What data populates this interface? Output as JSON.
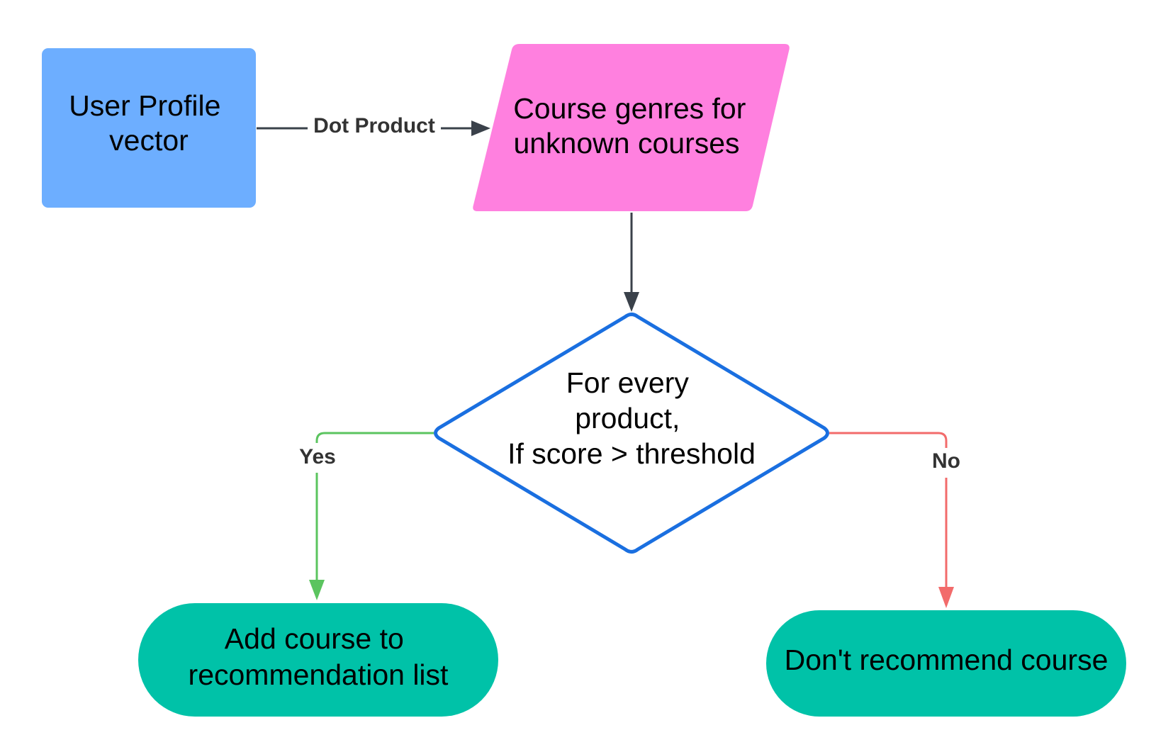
{
  "nodes": {
    "user_profile": {
      "lines": [
        "User Profile",
        "vector"
      ],
      "shape": "rounded-rectangle",
      "fill": "#6DAEFF"
    },
    "course_genres": {
      "lines": [
        "Course genres for",
        "unknown courses"
      ],
      "shape": "parallelogram",
      "fill": "#FF80DF"
    },
    "decision": {
      "lines": [
        "For every",
        "product,",
        "If score > threshold"
      ],
      "shape": "diamond",
      "fill": "#FFFFFF",
      "stroke": "#1A6FE0"
    },
    "add_course": {
      "lines": [
        "Add course to",
        "recommendation list"
      ],
      "shape": "terminator",
      "fill": "#00C2A8"
    },
    "dont_recommend": {
      "lines": [
        "Don't recommend course"
      ],
      "shape": "terminator",
      "fill": "#00C2A8"
    }
  },
  "edges": {
    "dot_product": {
      "label": "Dot Product",
      "from": "user_profile",
      "to": "course_genres",
      "color": "#3A414A"
    },
    "to_decision": {
      "label": "",
      "from": "course_genres",
      "to": "decision",
      "color": "#3A414A"
    },
    "yes": {
      "label": "Yes",
      "from": "decision",
      "to": "add_course",
      "color": "#5BC45F"
    },
    "no": {
      "label": "No",
      "from": "decision",
      "to": "dont_recommend",
      "color": "#F26B6B"
    }
  }
}
